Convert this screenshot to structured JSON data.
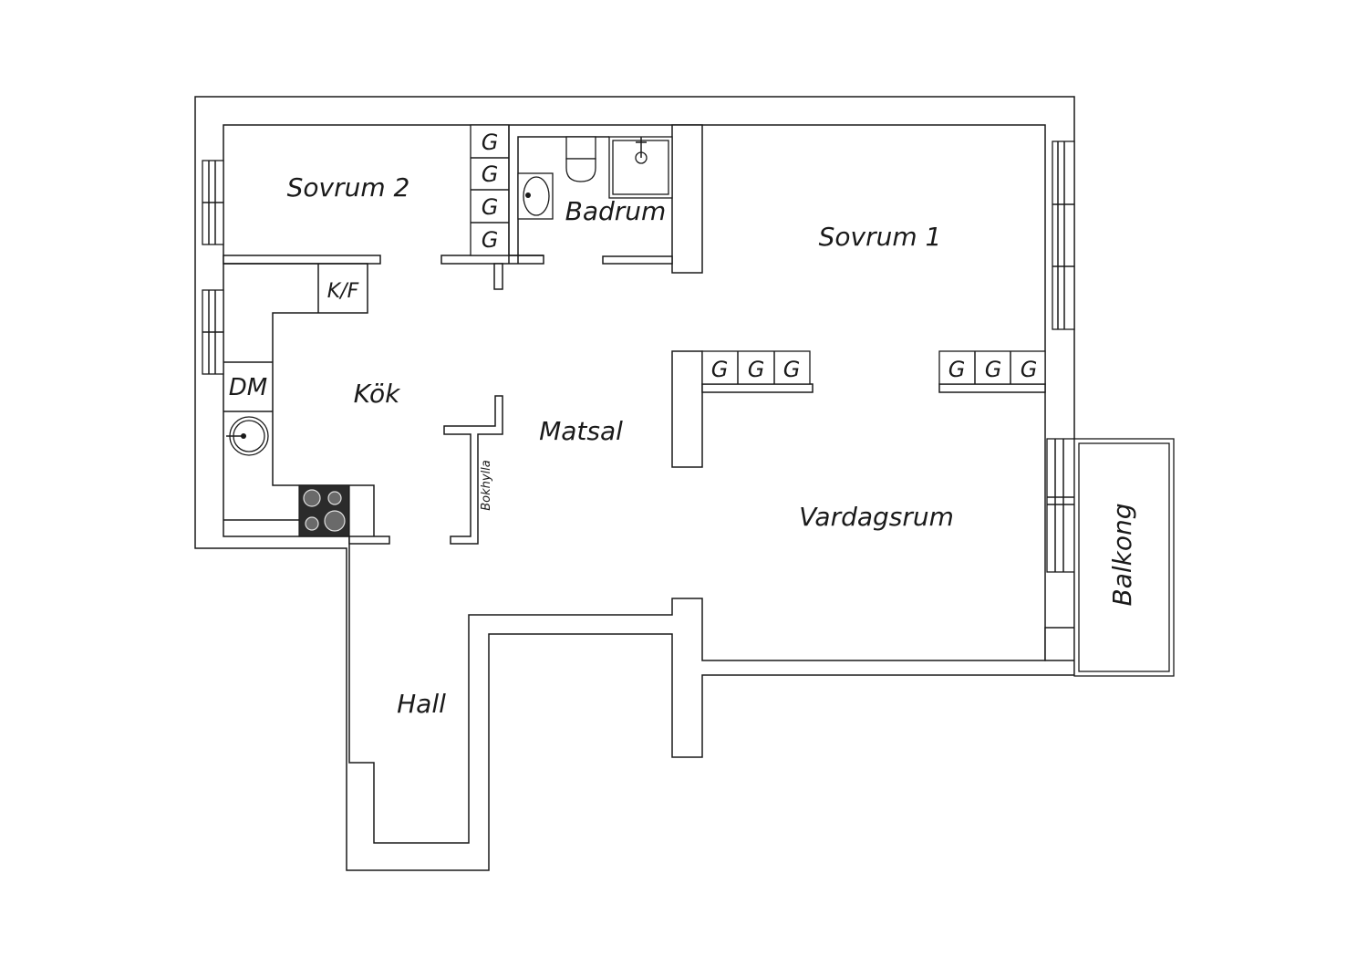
{
  "rooms": {
    "sovrum2": "Sovrum 2",
    "badrum": "Badrum",
    "sovrum1": "Sovrum 1",
    "kok": "Kök",
    "matsal": "Matsal",
    "vardagsrum": "Vardagsrum",
    "hall": "Hall",
    "balkong": "Balkong"
  },
  "fixtures": {
    "wardrobe": "G",
    "fridge_freezer": "K/F",
    "dishwasher": "DM",
    "bookshelf": "Bokhylla"
  },
  "colors": {
    "line": "#1a1a1a",
    "stove": "#2b2b2b",
    "background": "#ffffff"
  }
}
